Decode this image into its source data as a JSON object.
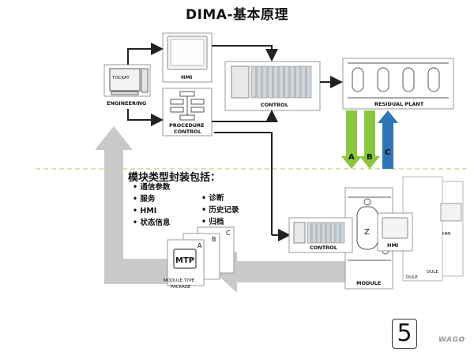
{
  "title": "DIMA-基本原理",
  "engineering": {
    "label": "ENGINEERING",
    "screen_text": "TOCKAT"
  },
  "hmi": {
    "label": "HMI"
  },
  "procedure_control": {
    "label_line1": "PROCEDURE",
    "label_line2": "CONTROL"
  },
  "control": {
    "label": "CONTROL"
  },
  "residual_plant": {
    "label": "RESIDUAL PLANT"
  },
  "arrows": {
    "a": "A",
    "b": "B",
    "c": "C"
  },
  "package": {
    "heading": "模块类型封装包括：",
    "left_items": [
      "通信参数",
      "服务",
      "HMI",
      "状态信息"
    ],
    "right_items": [
      "诊断",
      "历史记录",
      "归档"
    ],
    "mtp_text": "MTP",
    "doc_letters": [
      "A",
      "B",
      "C"
    ],
    "label_line1": "MODULE TYPE",
    "label_line2": "PACKAGE"
  },
  "module": {
    "control_label": "CONTROL",
    "hmi_label": "HMI",
    "hmi_label_back": "HMI",
    "module_label": "MODULE",
    "back_labels": [
      "DULE",
      "DULE"
    ]
  },
  "page_number": "5",
  "brand": "WAGO",
  "colors": {
    "green_arrow": "#8cc63f",
    "blue_arrow": "#2e75b6",
    "gray_arrow": "#c9c9c9",
    "dashed_line": "#b6d77a",
    "box_border": "#9a9a9a",
    "text": "#111111"
  }
}
